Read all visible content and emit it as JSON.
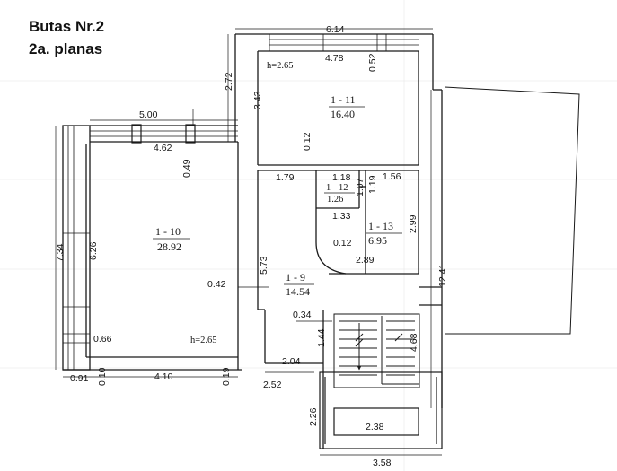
{
  "title": {
    "line1": "Butas Nr.2",
    "line2": "2a. planas"
  },
  "rooms": [
    {
      "id": "1 - 10",
      "area": "28.92",
      "height": "h=2.65"
    },
    {
      "id": "1 - 11",
      "area": "16.40",
      "height": "h=2.65"
    },
    {
      "id": "1 - 12",
      "area": "1.26"
    },
    {
      "id": "1 - 13",
      "area": "6.95"
    },
    {
      "id": "1 - 9",
      "area": "14.54"
    }
  ],
  "dims": [
    "5.00",
    "4.62",
    "0.49",
    "7.34",
    "6.26",
    "0.42",
    "0.66",
    "0.91",
    "0.10",
    "4.10",
    "0.19",
    "6.14",
    "4.78",
    "0.52",
    "2.72",
    "3.43",
    "0.12",
    "1.79",
    "1.18",
    "1.07",
    "1.56",
    "1.19",
    "1.33",
    "2.99",
    "0.12",
    "2.89",
    "5.73",
    "12.41",
    "0.34",
    "1.44",
    "2.04",
    "2.52",
    "4.68",
    "2.26",
    "2.38",
    "3.58"
  ],
  "colors": {
    "line": "#1a1a1a",
    "background": "#ffffff",
    "hatch": "#8a8a8a"
  }
}
